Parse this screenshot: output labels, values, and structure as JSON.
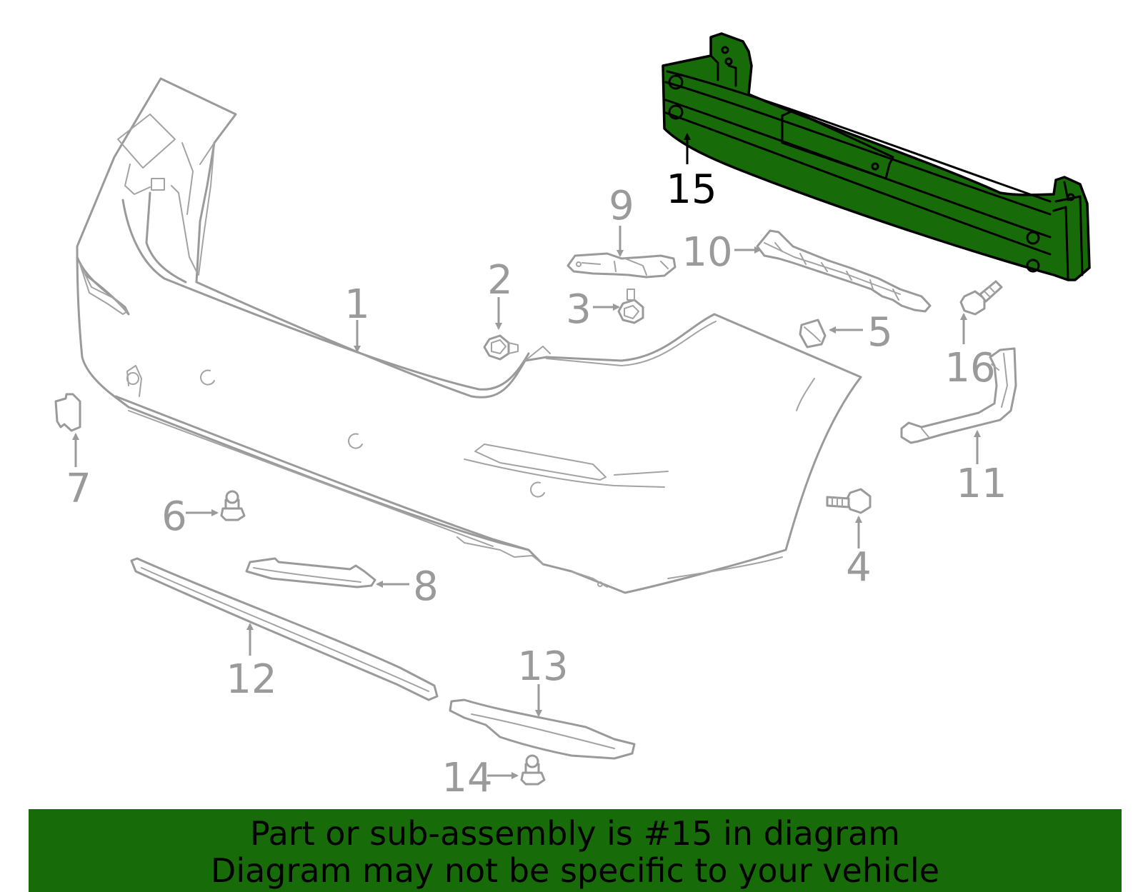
{
  "diagram": {
    "highlighted_part": "15",
    "highlight_color": "#176b08",
    "line_color": "#9a9a9a",
    "callouts": [
      {
        "id": "c1",
        "label": "1"
      },
      {
        "id": "c2",
        "label": "2"
      },
      {
        "id": "c3",
        "label": "3"
      },
      {
        "id": "c4",
        "label": "4"
      },
      {
        "id": "c5",
        "label": "5"
      },
      {
        "id": "c6",
        "label": "6"
      },
      {
        "id": "c7",
        "label": "7"
      },
      {
        "id": "c8",
        "label": "8"
      },
      {
        "id": "c9",
        "label": "9"
      },
      {
        "id": "c10",
        "label": "10"
      },
      {
        "id": "c11",
        "label": "11"
      },
      {
        "id": "c12",
        "label": "12"
      },
      {
        "id": "c13",
        "label": "13"
      },
      {
        "id": "c14",
        "label": "14"
      },
      {
        "id": "c15",
        "label": "15"
      },
      {
        "id": "c16",
        "label": "16"
      }
    ]
  },
  "banner": {
    "line1": "Part or sub-assembly is #15 in diagram",
    "line2": "Diagram may not be specific to your vehicle",
    "background": "#176b08"
  }
}
